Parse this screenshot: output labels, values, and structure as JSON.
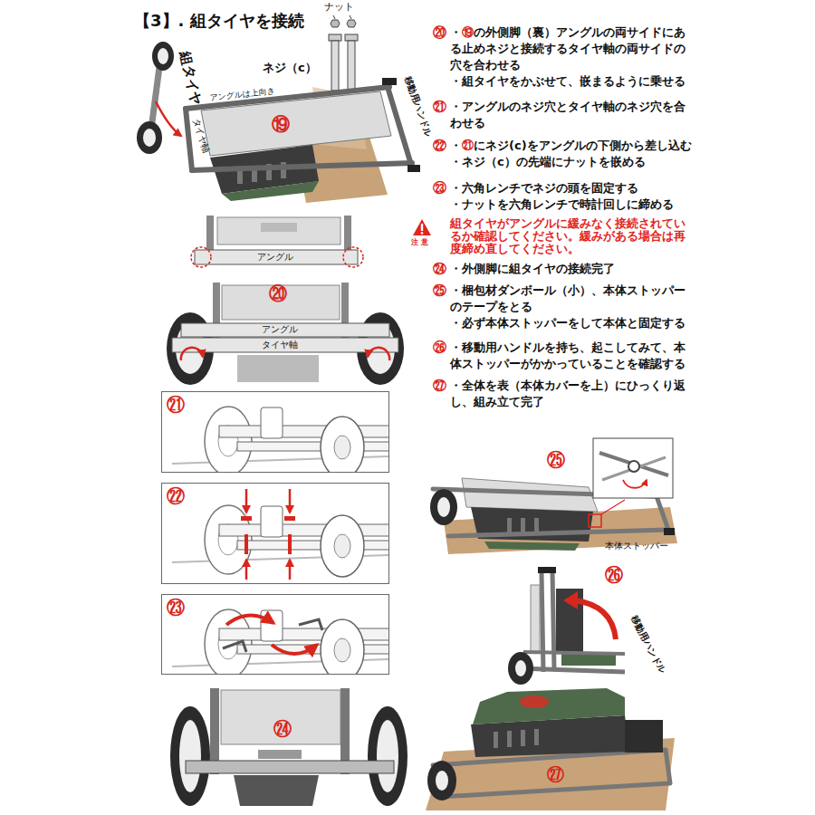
{
  "diagram": {
    "title": "【3】. 組タイヤを接続",
    "nodes": [
      {
        "text": [
          "㉑"
        ]
      },
      {
        "text": [
          "㉒"
        ]
      },
      {
        "text": [
          "㉓"
        ]
      }
    ],
    "labels": [
      "ナット",
      "ネジ（c）",
      "組タイヤ",
      "タイヤ軸",
      "アングルは上向き",
      "⑲",
      "移動用ハンドル",
      "アングル",
      "⑳",
      "アングル",
      "タイヤ軸",
      "㉔",
      "⑳",
      "・⑲の外側脚（裏）アングルの両サイドにある止めネジと接続するタイヤ軸の両サイドの穴を合わせる",
      "・組タイヤをかぶせて、嵌まるように乗せる",
      "㉑",
      "・アングルのネジ穴とタイヤ軸のネジ穴を合わせる",
      "㉒",
      "・㉑にネジ(c)をアングルの下側から差し込む",
      "・ネジ（c）の先端にナットを嵌める",
      "㉓",
      "・六角レンチでネジの頭を固定する",
      "・ナットを六角レンチで時計回しに締める",
      "注意",
      "組タイヤがアングルに緩みなく接続されているか確認してください。緩みがある場合は再度締め直してください。",
      "㉔",
      "・外側脚に組タイヤの接続完了",
      "㉕",
      "・梱包材ダンボール（小）、本体ストッパーのテープをとる",
      "・必ず本体ストッパーをして本体と固定する",
      "㉖",
      "・移動用ハンドルを持ち、起こしてみて、本体ストッパーがかかっていることを確認する",
      "㉗",
      "・全体を表（本体カバーを上）にひっくり返し、組み立て完了",
      "㉕",
      "本体ストッパー",
      "㉖",
      "移動用ハンドル",
      "㉗"
    ]
  }
}
